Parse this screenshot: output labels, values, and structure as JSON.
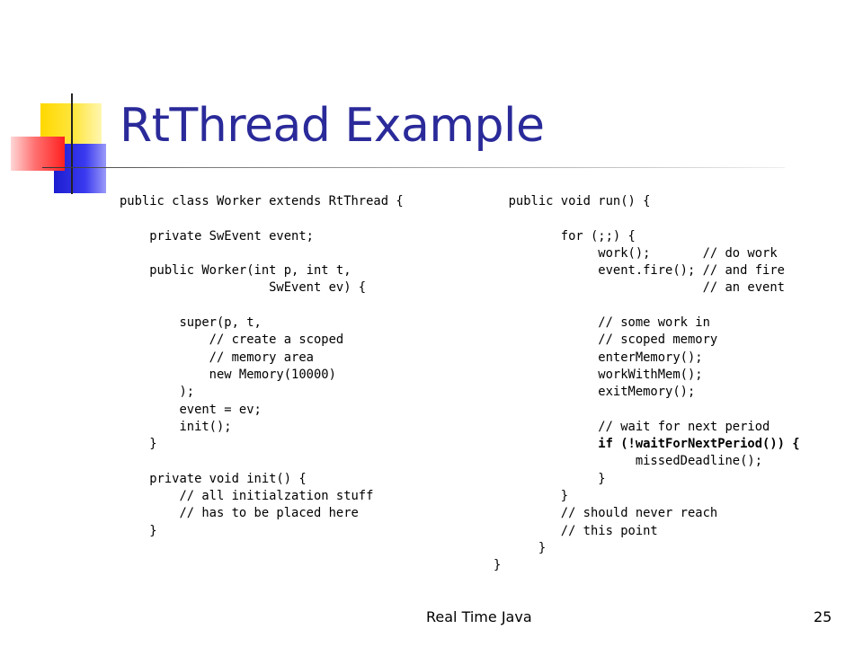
{
  "slide": {
    "title": "RtThread Example",
    "footer": "Real Time Java",
    "number": "25"
  },
  "code_left": [
    "public class Worker extends RtThread {",
    "",
    "    private SwEvent event;",
    "",
    "    public Worker(int p, int t,",
    "                    SwEvent ev) {",
    "",
    "        super(p, t,",
    "            // create a scoped",
    "            // memory area",
    "            new Memory(10000)",
    "        );",
    "        event = ev;",
    "        init();",
    "    }",
    "",
    "    private void init() {",
    "        // all initialzation stuff",
    "        // has to be placed here",
    "    }"
  ],
  "code_right": [
    "  public void run() {",
    "",
    "         for (;;) {",
    "              work();       // do work",
    "              event.fire(); // and fire",
    "                            // an event",
    "",
    "              // some work in",
    "              // scoped memory",
    "              enterMemory();",
    "              workWithMem();",
    "              exitMemory();",
    "",
    "              // wait for next period",
    "              if (!waitForNextPeriod()) {",
    "                   missedDeadline();",
    "              }",
    "         }",
    "         // should never reach",
    "         // this point",
    "      }",
    "}"
  ]
}
